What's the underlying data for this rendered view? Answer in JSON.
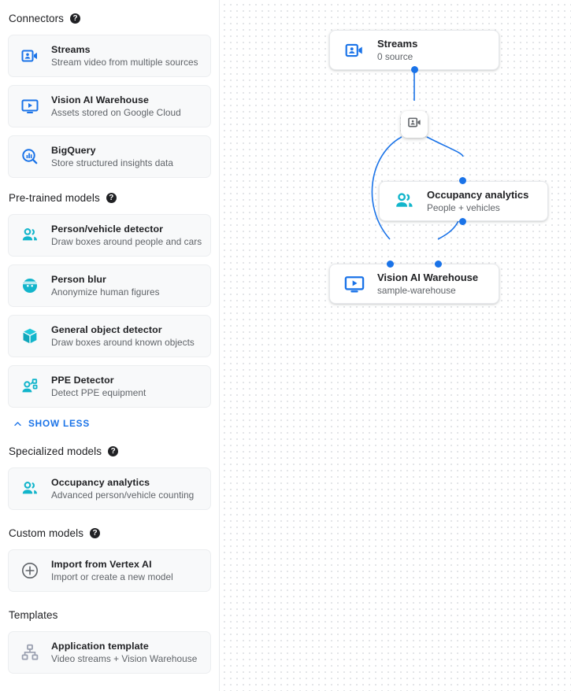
{
  "colors": {
    "accent_blue": "#1a73e8",
    "teal": "#12b5cb",
    "text_primary": "#202124",
    "text_secondary": "#5f6368",
    "card_bg": "#f8f9fa",
    "canvas_dot": "#dadce0"
  },
  "sidebar": {
    "sections": [
      {
        "title": "Connectors",
        "has_help": true,
        "help_glyph": "?",
        "items": [
          {
            "icon": "video-camera-icon",
            "icon_color": "#1a73e8",
            "title": "Streams",
            "subtitle": "Stream video from multiple sources"
          },
          {
            "icon": "video-display-icon",
            "icon_color": "#1a73e8",
            "title": "Vision AI Warehouse",
            "subtitle": "Assets stored on Google Cloud"
          },
          {
            "icon": "bigquery-icon",
            "icon_color": "#1a73e8",
            "title": "BigQuery",
            "subtitle": "Store structured insights data"
          }
        ]
      },
      {
        "title": "Pre-trained models",
        "has_help": true,
        "help_glyph": "?",
        "items": [
          {
            "icon": "people-icon",
            "icon_color": "#12b5cb",
            "title": "Person/vehicle detector",
            "subtitle": "Draw boxes around people and cars"
          },
          {
            "icon": "face-blur-icon",
            "icon_color": "#12b5cb",
            "title": "Person blur",
            "subtitle": "Anonymize human figures"
          },
          {
            "icon": "cube-icon",
            "icon_color": "#12b5cb",
            "title": "General object detector",
            "subtitle": "Draw boxes around known objects"
          },
          {
            "icon": "ppe-person-icon",
            "icon_color": "#12b5cb",
            "title": "PPE Detector",
            "subtitle": "Detect PPE equipment"
          }
        ],
        "toggle": {
          "label": "SHOW LESS",
          "icon": "chevron-up-icon"
        }
      },
      {
        "title": "Specialized models",
        "has_help": true,
        "help_glyph": "?",
        "items": [
          {
            "icon": "people-icon",
            "icon_color": "#12b5cb",
            "title": "Occupancy analytics",
            "subtitle": "Advanced person/vehicle counting"
          }
        ]
      },
      {
        "title": "Custom models",
        "has_help": true,
        "help_glyph": "?",
        "items": [
          {
            "icon": "plus-circle-icon",
            "icon_color": "#5f6368",
            "title": "Import from Vertex AI",
            "subtitle": "Import or create a new model"
          }
        ]
      },
      {
        "title": "Templates",
        "has_help": false,
        "help_glyph": "",
        "items": [
          {
            "icon": "account-tree-icon",
            "icon_color": "#9aa0a6",
            "title": "Application template",
            "subtitle": "Video streams + Vision Warehouse"
          }
        ]
      }
    ]
  },
  "graph": {
    "nodes": [
      {
        "id": "streams",
        "icon": "video-camera-icon",
        "icon_color": "#1a73e8",
        "title": "Streams",
        "subtitle": "0 source"
      },
      {
        "id": "occupancy",
        "icon": "people-icon",
        "icon_color": "#12b5cb",
        "title": "Occupancy analytics",
        "subtitle": "People + vehicles"
      },
      {
        "id": "warehouse",
        "icon": "video-display-icon",
        "icon_color": "#1a73e8",
        "title": "Vision AI Warehouse",
        "subtitle": "sample-warehouse"
      }
    ],
    "mini_node": {
      "id": "stream-relay",
      "icon": "video-camera-icon",
      "icon_color": "#5f6368"
    }
  }
}
